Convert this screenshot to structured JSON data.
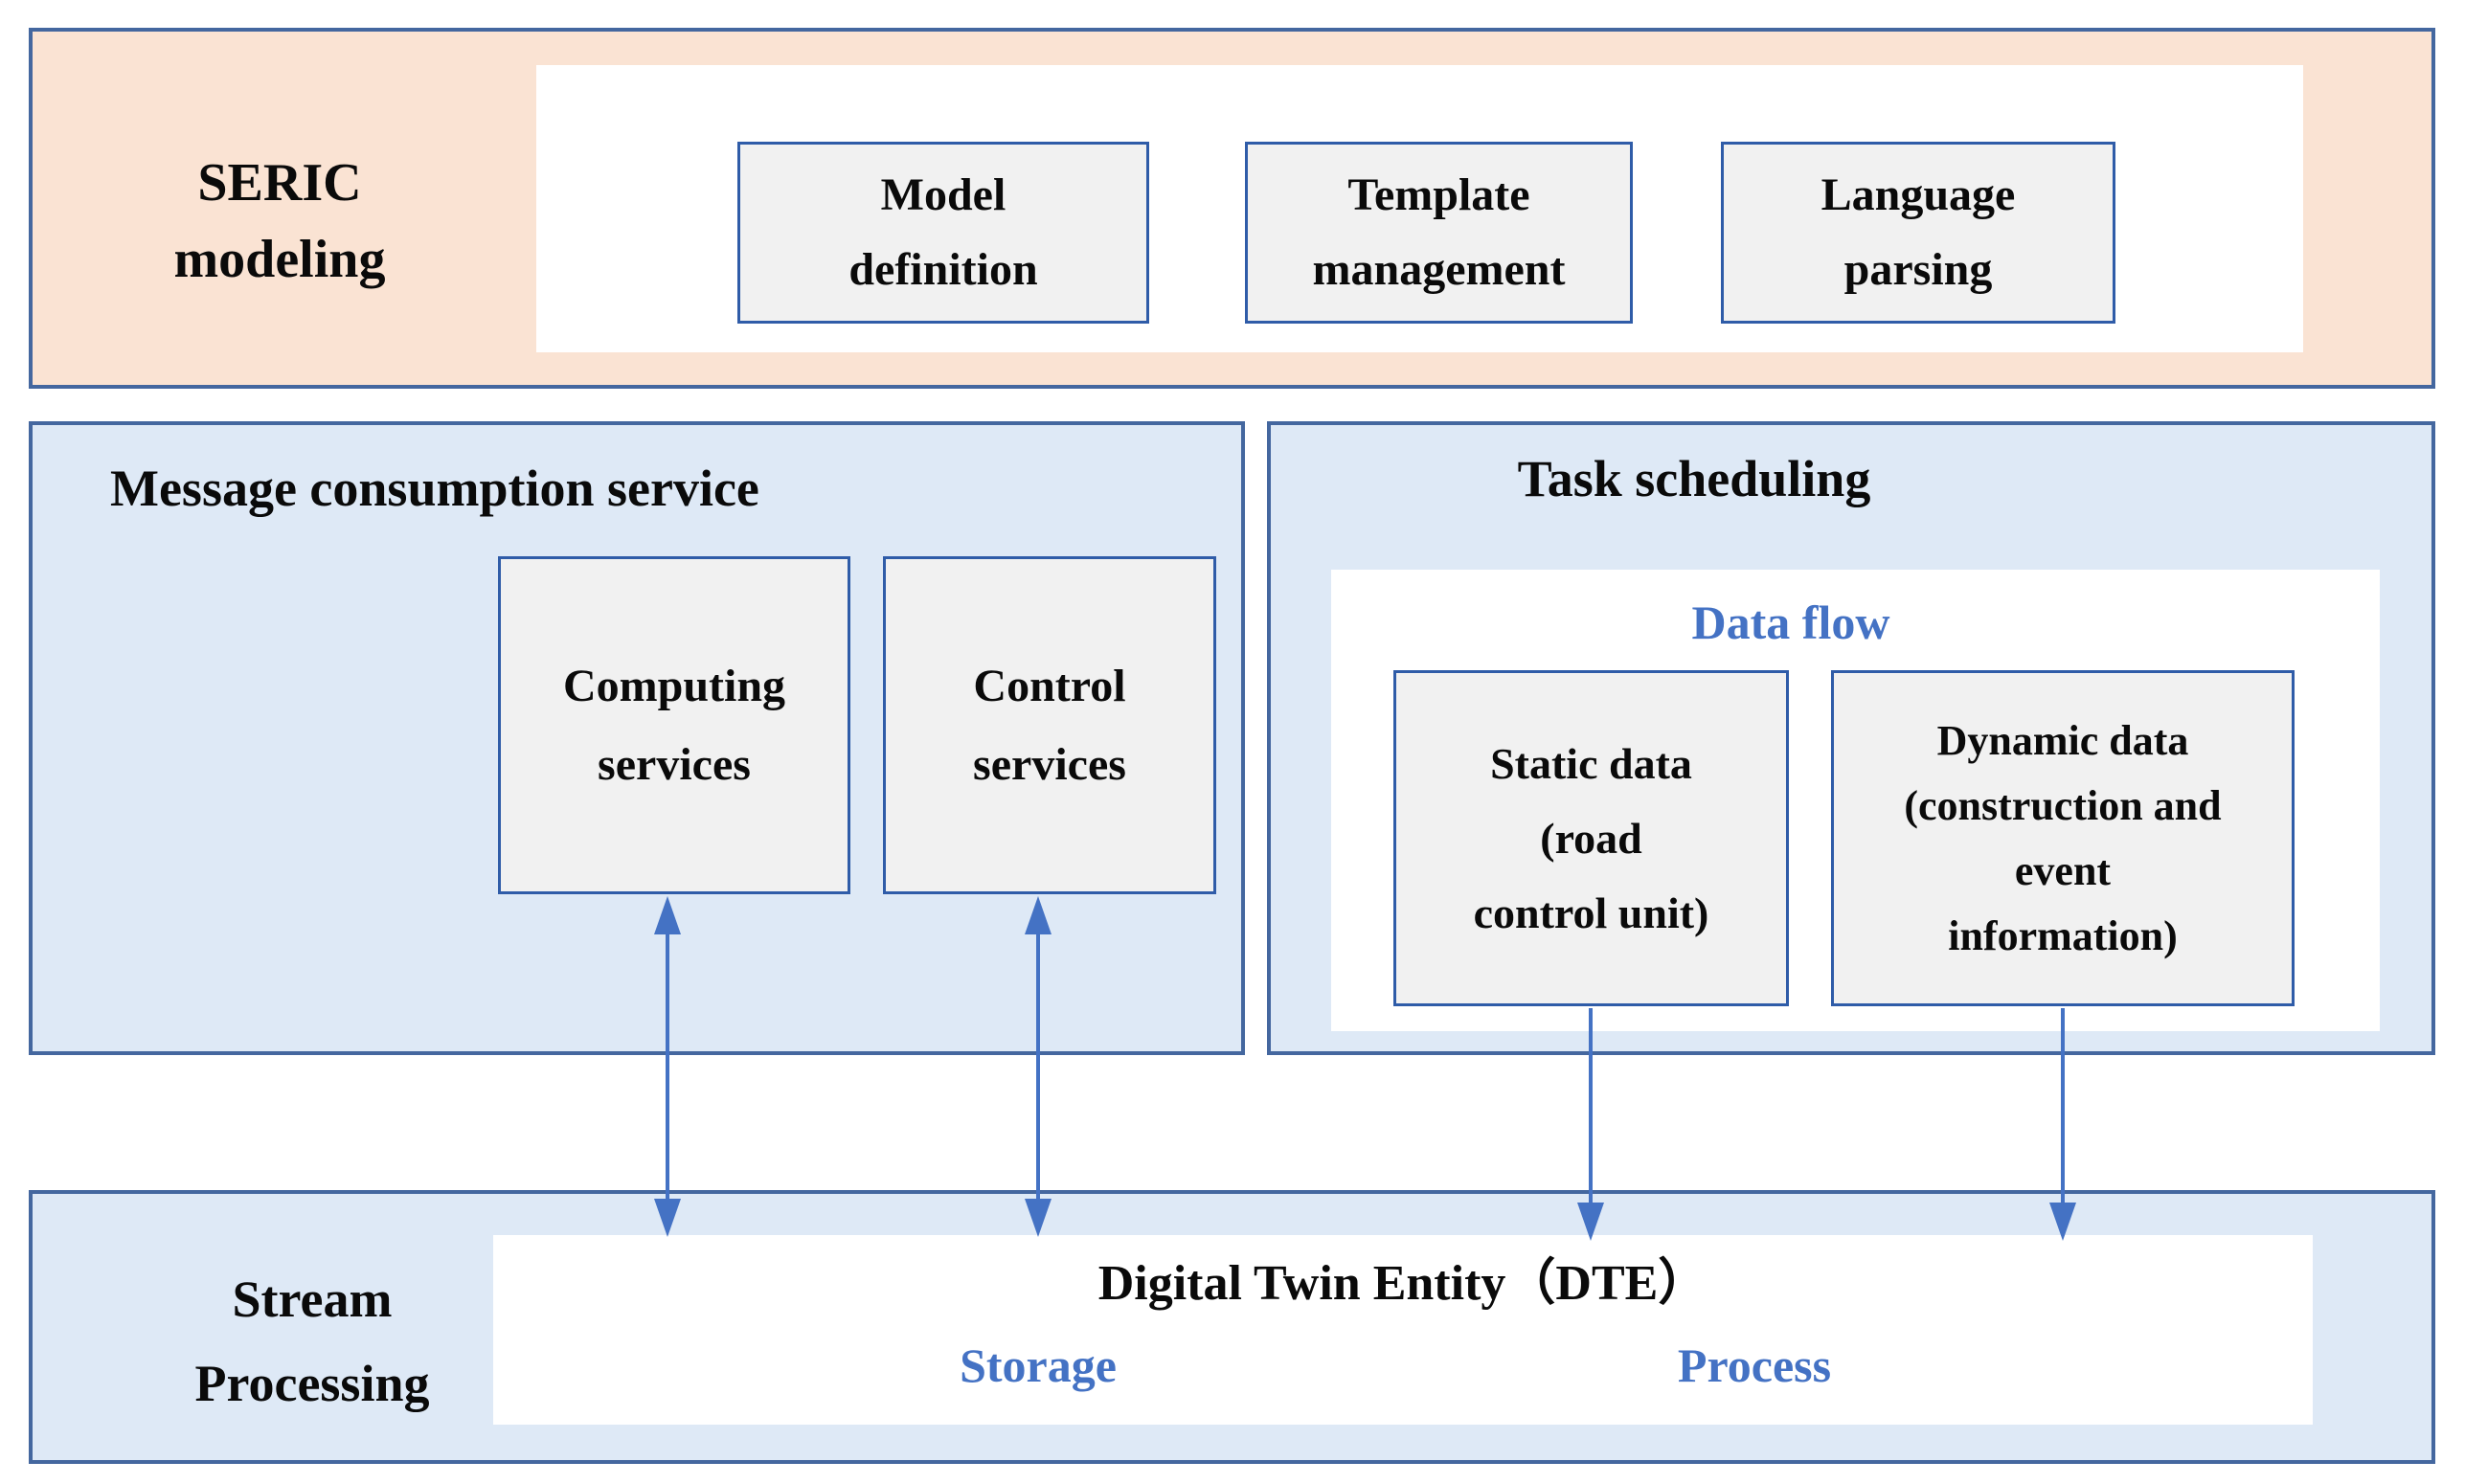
{
  "figure": {
    "type": "block-diagram",
    "description": "Layered architecture diagram with SERIC modeling, message consumption service, task scheduling and stream processing layers"
  },
  "colors": {
    "peach_panel": "#fae3d3",
    "blue_panel": "#dee9f6",
    "panel_border": "#44679f",
    "box_border": "#2f5ca8",
    "box_fill": "#f1f1f1",
    "accent_blue": "#4472c4",
    "text_black": "#0a0a0a",
    "inset_white": "#ffffff"
  },
  "seric": {
    "title": "SERIC\nmodeling",
    "boxes": [
      "Model\ndefinition",
      "Template\nmanagement",
      "Language\nparsing"
    ]
  },
  "mcs": {
    "title": "Message consumption service",
    "boxes": [
      "Computing\nservices",
      "Control\nservices"
    ]
  },
  "task": {
    "title": "Task scheduling",
    "dataflow_label": "Data flow",
    "boxes": [
      "Static data\n(road\ncontrol unit)",
      "Dynamic data\n(construction and\nevent\ninformation)"
    ]
  },
  "stream": {
    "title": "Stream\nProcessing",
    "dte_title": "Digital Twin Entity（DTE）",
    "storage_label": "Storage",
    "process_label": "Process"
  },
  "connections": [
    {
      "from": "Computing services",
      "to": "Digital Twin Entity (DTE)",
      "style": "double-headed-arrow"
    },
    {
      "from": "Control services",
      "to": "Digital Twin Entity (DTE)",
      "style": "double-headed-arrow"
    },
    {
      "from": "Static data (road control unit)",
      "to": "Digital Twin Entity (DTE)",
      "style": "arrow-down"
    },
    {
      "from": "Dynamic data (construction and event information)",
      "to": "Digital Twin Entity (DTE)",
      "style": "arrow-down"
    }
  ]
}
